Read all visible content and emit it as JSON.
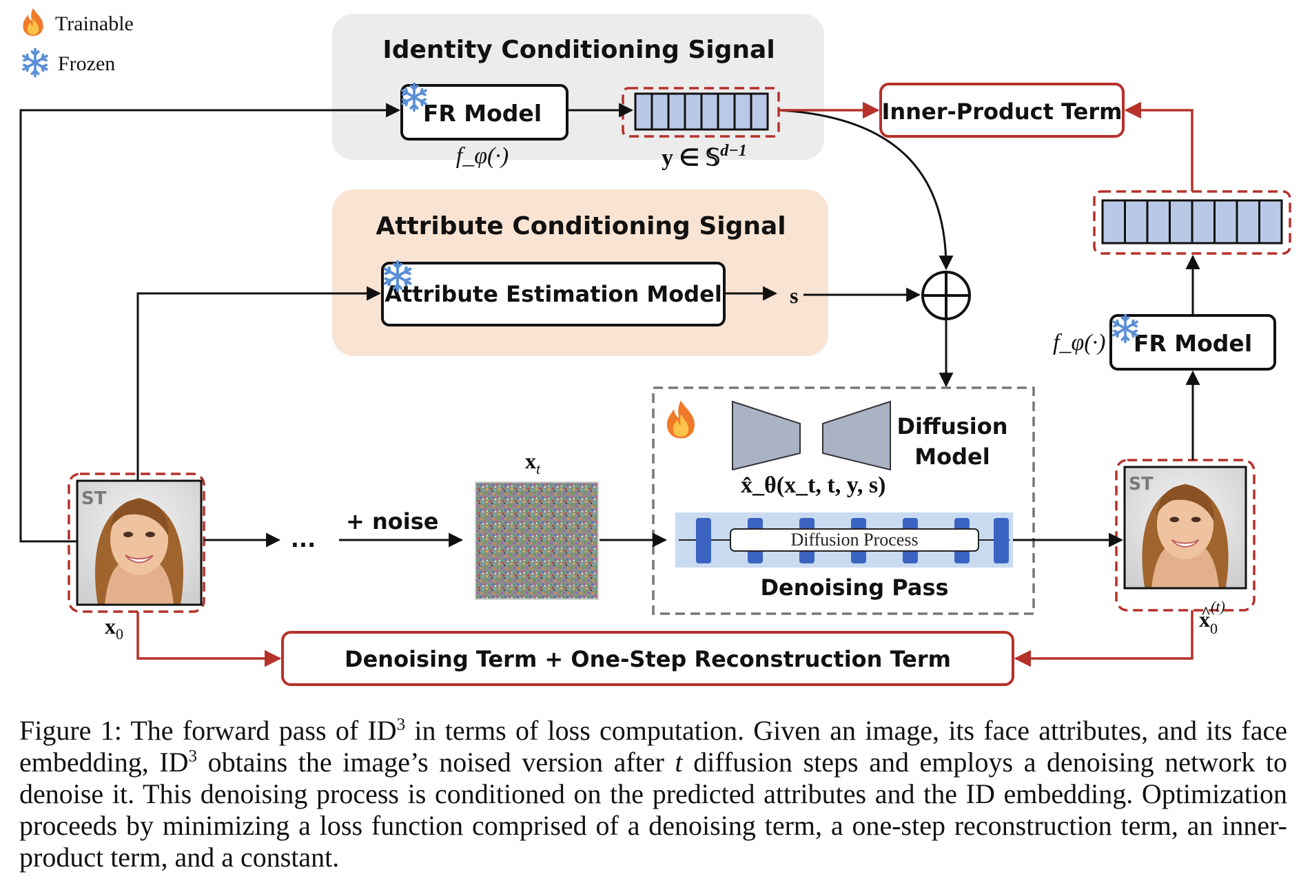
{
  "legend": {
    "trainable": "Trainable",
    "frozen": "Frozen"
  },
  "identity_panel": {
    "title": "Identity Conditioning Signal",
    "fr_model": "FR Model",
    "fr_function": "f_φ(·)",
    "embedding_label": "y ∈ 𝕊",
    "embedding_sup": "d−1"
  },
  "attribute_panel": {
    "title": "Attribute Conditioning Signal",
    "model": "Attribute Estimation Model",
    "output": "s"
  },
  "inner_product": "Inner-Product Term",
  "right_fr": {
    "model": "FR Model",
    "function": "f_φ(·)"
  },
  "diffusion": {
    "title_line1": "Diffusion",
    "title_line2": "Model",
    "formula": "x̂_θ(x_t, t, y, s)",
    "process": "Diffusion Process",
    "pass": "Denoising Pass"
  },
  "flow": {
    "noise": "+ noise",
    "ellipsis": "...",
    "xt": "x",
    "xt_sub": "t",
    "x0": "x",
    "x0_sub": "0",
    "x0hat_sup": "(t)"
  },
  "loss": "Denoising Term + One-Step Reconstruction Term",
  "caption": {
    "figure_label": "Figure 1:",
    "before_sup1": "The forward pass of ID",
    "sup1": "3",
    "after_sup1": " in terms of loss computation.  Given an image, its face attributes, and its face embedding, ID",
    "sup2": "3",
    "after_sup2": " obtains the image’s noised version after ",
    "var_t": "t",
    "after_t": " diffusion steps and employs a denoising network to denoise it. This denoising process is conditioned on the predicted attributes and the ID embedding. Optimization proceeds by minimizing a loss function comprised of a denoising term, a one-step reconstruction term, an inner-product term, and a constant."
  },
  "colors": {
    "loss_red": "#b5312a",
    "embedding_fill": "#b9c8e6",
    "identity_panel_bg": "#ececec",
    "attribute_panel_bg": "#f9e3d3",
    "diffusion_band": "#c9dbf0",
    "diffusion_block": "#3b64c2",
    "encoder_grey": "#a9b3c4"
  },
  "icons": [
    "fire-icon",
    "snowflake-icon",
    "face-image",
    "noise-image"
  ]
}
